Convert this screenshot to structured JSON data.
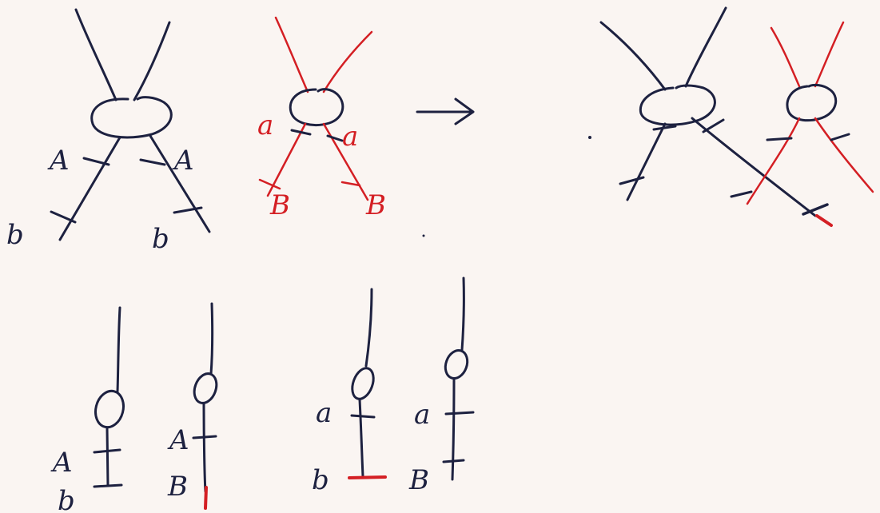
{
  "colors": {
    "ink": "#1d2140",
    "red": "#d41f24",
    "paper": "#faf5f2"
  },
  "labels": {
    "A": "A",
    "b": "b",
    "a": "a",
    "B": "B"
  }
}
